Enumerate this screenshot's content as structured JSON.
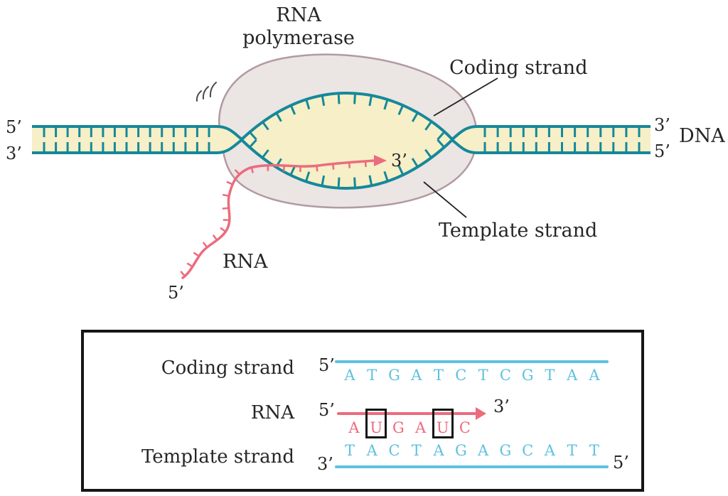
{
  "figure": {
    "polymerase_line1": "RNA",
    "polymerase_line2": "polymerase",
    "coding_strand": "Coding strand",
    "template_strand": "Template strand",
    "dna": "DNA",
    "rna": "RNA",
    "dna_left_top_prime": "5’",
    "dna_left_bottom_prime": "3’",
    "dna_right_top_prime": "3’",
    "dna_right_bottom_prime": "5’",
    "rna_arrow_prime": "3’",
    "rna_tail_prime": "5’"
  },
  "panel": {
    "rows": [
      {
        "label": "Coding strand",
        "left_prime": "5’",
        "sequence": {
          "letters": "ATGATCTCGTAA",
          "boxed": []
        }
      },
      {
        "label": "RNA",
        "left_prime": "5’",
        "right_prime": "3’",
        "sequence": {
          "letters": "AUGAUC",
          "boxed": [
            1,
            4
          ]
        }
      },
      {
        "label": "Template strand",
        "left_prime": "3’",
        "right_prime": "5’",
        "sequence": {
          "letters": "TACTAGAGCATT",
          "boxed": []
        }
      }
    ]
  },
  "colors": {
    "dna_teal": "#15889a",
    "dna_fill_cream": "#f6efc7",
    "rna_pink": "#ec6b7d",
    "sequence_blue": "#5ec1e0",
    "polymerase_fill": "#ebe5e4",
    "polymerase_stroke": "#b29aa2",
    "box_border": "#141414"
  }
}
